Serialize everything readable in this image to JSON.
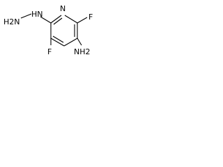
{
  "molecule": {
    "atoms": {
      "ring_nitrogen": "N",
      "hydrazine_nh": "HN",
      "hydrazine_nh2": "H2N",
      "fluorine_top_right": "F",
      "fluorine_bottom_left": "F",
      "amine": "NH2"
    }
  },
  "colors": {
    "background": "#ffffff",
    "bond": "#000000",
    "label": "#000000"
  }
}
